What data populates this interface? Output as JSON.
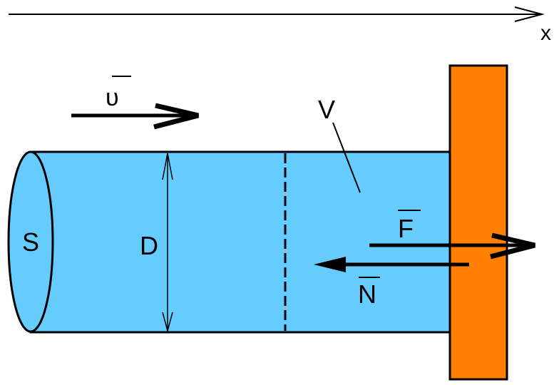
{
  "labels": {
    "axis": "x",
    "velocity": "υ",
    "volume": "V",
    "section": "S",
    "diameter": "D",
    "force": "F",
    "reaction": "N"
  },
  "colors": {
    "fluid": "#66ccff",
    "wall": "#ff8000",
    "stroke": "#000000"
  }
}
